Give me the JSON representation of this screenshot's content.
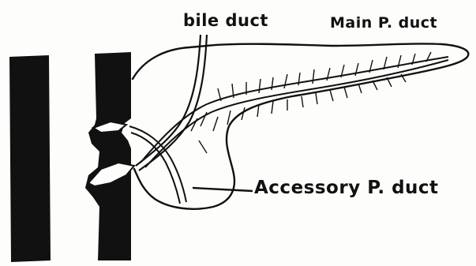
{
  "labels": {
    "bile_duct": "bile duct",
    "main_duct": "Main P. duct",
    "accessory_duct": "Accessory P. duct"
  },
  "colors": {
    "ink": "#111111",
    "paper": "#fdfdfb"
  }
}
